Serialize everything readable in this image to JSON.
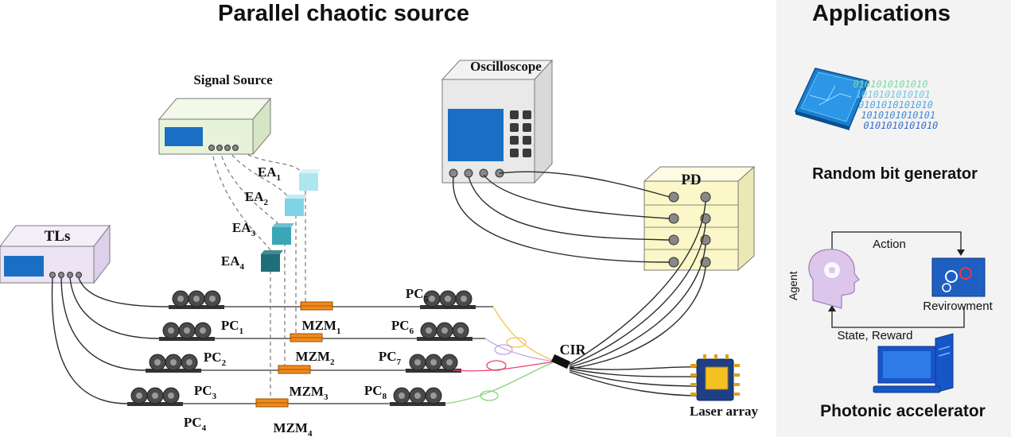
{
  "headings": {
    "left": "Parallel chaotic source",
    "right": "Applications"
  },
  "devices": {
    "signal_source": "Signal Source",
    "oscilloscope": "Oscilloscope",
    "tls": "TLs",
    "pd": "PD",
    "cir": "CIR",
    "laser_array": "Laser array"
  },
  "amplifiers": [
    {
      "base": "EA",
      "sub": "1"
    },
    {
      "base": "EA",
      "sub": "2"
    },
    {
      "base": "EA",
      "sub": "3"
    },
    {
      "base": "EA",
      "sub": "4"
    }
  ],
  "modulators": [
    {
      "base": "MZM",
      "sub": "1"
    },
    {
      "base": "MZM",
      "sub": "2"
    },
    {
      "base": "MZM",
      "sub": "3"
    },
    {
      "base": "MZM",
      "sub": "4"
    }
  ],
  "controllers": [
    {
      "base": "PC",
      "sub": "1"
    },
    {
      "base": "PC",
      "sub": "2"
    },
    {
      "base": "PC",
      "sub": "3"
    },
    {
      "base": "PC",
      "sub": "4"
    },
    {
      "base": "PC",
      "sub": "5"
    },
    {
      "base": "PC",
      "sub": "6"
    },
    {
      "base": "PC",
      "sub": "7"
    },
    {
      "base": "PC",
      "sub": "8"
    }
  ],
  "applications": {
    "rbg_title": "Random bit generator",
    "accel_title": "Photonic  accelerator",
    "bits_rows": [
      "0101010101010",
      "1010101010101",
      "0101010101010",
      "1010101010101",
      "0101010101010"
    ],
    "rl": {
      "action": "Action",
      "agent": "Agent",
      "environment": "Revirowment",
      "state_reward": "State, Reward"
    }
  },
  "colors": {
    "ea": [
      "#aee6f0",
      "#7fd3e4",
      "#3aa6b8",
      "#1f6f7a"
    ],
    "tls_screen": "#1a6fc4",
    "mzm": "#f08a1c",
    "pd_box": "#fbf7c8",
    "signal_box": "#e7f3d9",
    "fiber_loops": [
      "#f3c64a",
      "#c6a3e8",
      "#e9416b",
      "#8bd27a"
    ]
  }
}
